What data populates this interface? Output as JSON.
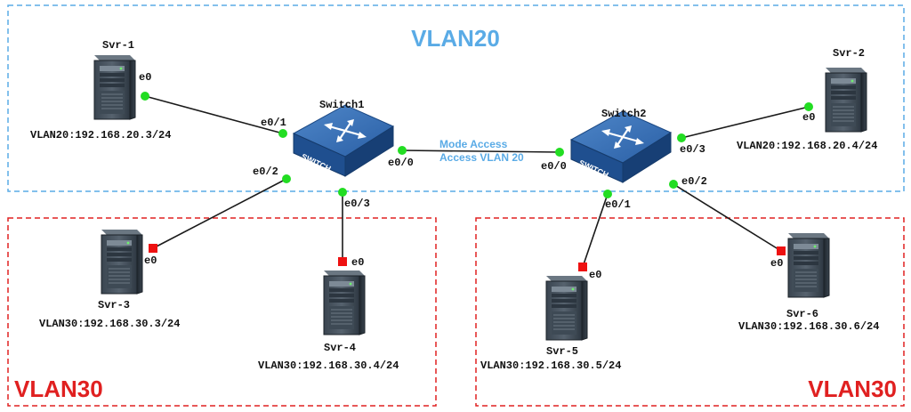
{
  "colors": {
    "vlan20": "#5aabe6",
    "vlan30": "#e02020",
    "port_up": "#22dd22",
    "port_down": "#ee1111",
    "link_note": "#5aabe6"
  },
  "zones": {
    "vlan20": {
      "label": "VLAN20"
    },
    "vlan30_left": {
      "label": "VLAN30"
    },
    "vlan30_right": {
      "label": "VLAN30"
    }
  },
  "devices": {
    "switch1": {
      "name": "Switch1",
      "icon": "switch-icon",
      "body_text": "SWITCH"
    },
    "switch2": {
      "name": "Switch2",
      "icon": "switch-icon",
      "body_text": "SWITCH"
    },
    "svr1": {
      "name": "Svr-1",
      "ip": "VLAN20:192.168.20.3/24",
      "port": "e0",
      "icon": "server-icon"
    },
    "svr2": {
      "name": "Svr-2",
      "ip": "VLAN20:192.168.20.4/24",
      "port": "e0",
      "icon": "server-icon"
    },
    "svr3": {
      "name": "Svr-3",
      "ip": "VLAN30:192.168.30.3/24",
      "port": "e0",
      "icon": "server-icon"
    },
    "svr4": {
      "name": "Svr-4",
      "ip": "VLAN30:192.168.30.4/24",
      "port": "e0",
      "icon": "server-icon"
    },
    "svr5": {
      "name": "Svr-5",
      "ip": "VLAN30:192.168.30.5/24",
      "port": "e0",
      "icon": "server-icon"
    },
    "svr6": {
      "name": "Svr-6",
      "ip": "VLAN30:192.168.30.6/24",
      "port": "e0",
      "icon": "server-icon"
    }
  },
  "ports": {
    "sw1_e0_1": "e0/1",
    "sw1_e0_2": "e0/2",
    "sw1_e0_3": "e0/3",
    "sw1_e0_0": "e0/0",
    "sw2_e0_0": "e0/0",
    "sw2_e0_1": "e0/1",
    "sw2_e0_2": "e0/2",
    "sw2_e0_3": "e0/3"
  },
  "links": [
    {
      "from": "svr1",
      "to": "switch1",
      "from_port": "e0",
      "to_port": "e0/1",
      "status": "up"
    },
    {
      "from": "svr3",
      "to": "switch1",
      "from_port": "e0",
      "to_port": "e0/2",
      "status": "down"
    },
    {
      "from": "svr4",
      "to": "switch1",
      "from_port": "e0",
      "to_port": "e0/3",
      "status": "down"
    },
    {
      "from": "switch1",
      "to": "switch2",
      "from_port": "e0/0",
      "to_port": "e0/0",
      "status": "up"
    },
    {
      "from": "svr2",
      "to": "switch2",
      "from_port": "e0",
      "to_port": "e0/3",
      "status": "up"
    },
    {
      "from": "svr5",
      "to": "switch2",
      "from_port": "e0",
      "to_port": "e0/1",
      "status": "down"
    },
    {
      "from": "svr6",
      "to": "switch2",
      "from_port": "e0",
      "to_port": "e0/2",
      "status": "down"
    }
  ],
  "trunk_note": {
    "line1": "Mode Access",
    "line2": "Access VLAN 20"
  }
}
